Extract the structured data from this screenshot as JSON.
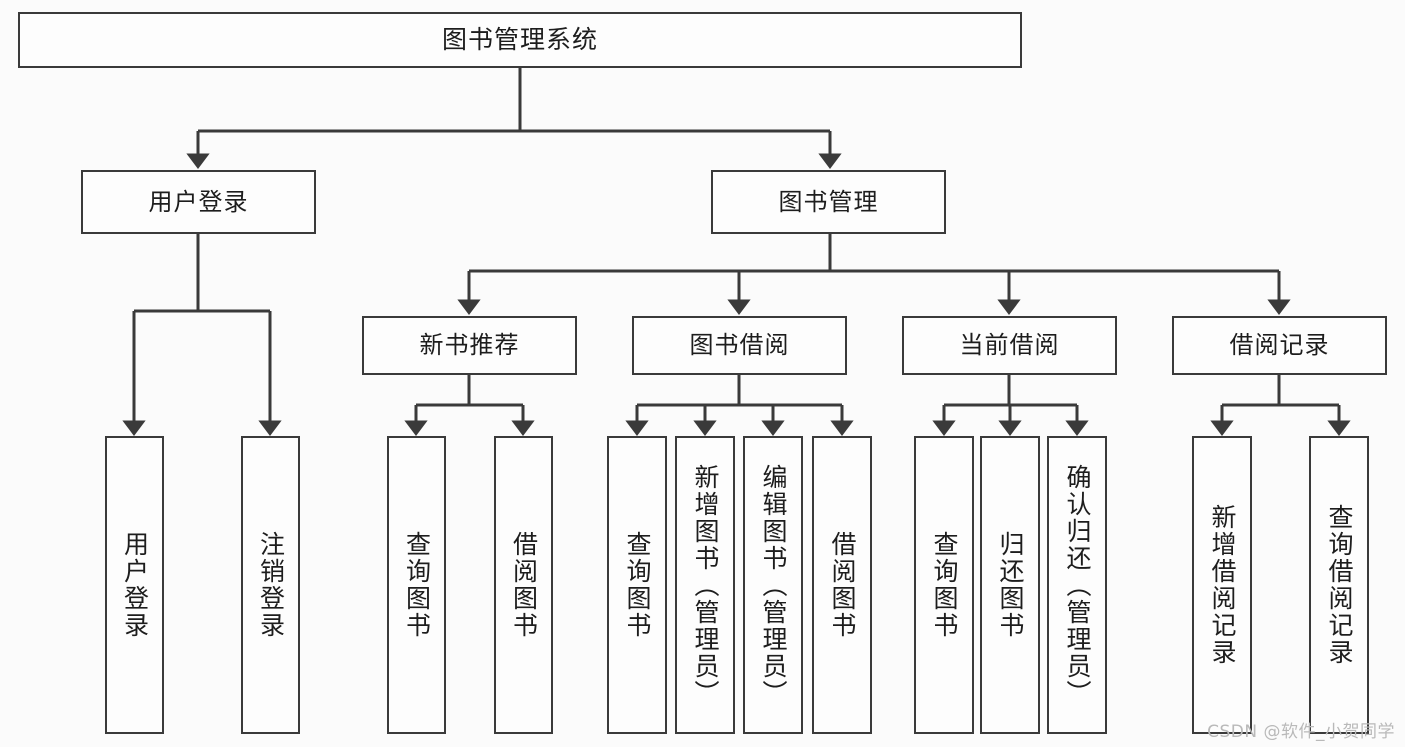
{
  "diagram": {
    "title": "图书管理系统",
    "watermark": "CSDN @软件_小贺同学",
    "line_color": "#3a3a3a",
    "box_fill": "#fdfdfd",
    "text_color": "#1d1d1d",
    "background": "#fbfbfb"
  },
  "root": {
    "label": "图书管理系统"
  },
  "level2": [
    {
      "label": "用户登录"
    },
    {
      "label": "图书管理"
    }
  ],
  "level3": [
    {
      "label": "新书推荐"
    },
    {
      "label": "图书借阅"
    },
    {
      "label": "当前借阅"
    },
    {
      "label": "借阅记录"
    }
  ],
  "leaves": {
    "user_login": [
      {
        "label": "用户登录"
      },
      {
        "label": "注销登录"
      }
    ],
    "new_book": [
      {
        "label": "查询图书"
      },
      {
        "label": "借阅图书"
      }
    ],
    "book_borrow": [
      {
        "label": "查询图书"
      },
      {
        "label": "新增图书（管理员）"
      },
      {
        "label": "编辑图书（管理员）"
      },
      {
        "label": "借阅图书"
      }
    ],
    "current_borrow": [
      {
        "label": "查询图书"
      },
      {
        "label": "归还图书"
      },
      {
        "label": "确认归还（管理员）"
      }
    ],
    "borrow_record": [
      {
        "label": "新增借阅记录"
      },
      {
        "label": "查询借阅记录"
      }
    ]
  },
  "chart_data": {
    "type": "table",
    "title": "图书管理系统 功能结构图",
    "structure": [
      {
        "level": 1,
        "label": "图书管理系统",
        "children": [
          {
            "level": 2,
            "label": "用户登录",
            "children": [
              {
                "level": 3,
                "label": "用户登录"
              },
              {
                "level": 3,
                "label": "注销登录"
              }
            ]
          },
          {
            "level": 2,
            "label": "图书管理",
            "children": [
              {
                "level": 3,
                "label": "新书推荐",
                "children": [
                  {
                    "level": 4,
                    "label": "查询图书"
                  },
                  {
                    "level": 4,
                    "label": "借阅图书"
                  }
                ]
              },
              {
                "level": 3,
                "label": "图书借阅",
                "children": [
                  {
                    "level": 4,
                    "label": "查询图书"
                  },
                  {
                    "level": 4,
                    "label": "新增图书（管理员）"
                  },
                  {
                    "level": 4,
                    "label": "编辑图书（管理员）"
                  },
                  {
                    "level": 4,
                    "label": "借阅图书"
                  }
                ]
              },
              {
                "level": 3,
                "label": "当前借阅",
                "children": [
                  {
                    "level": 4,
                    "label": "查询图书"
                  },
                  {
                    "level": 4,
                    "label": "归还图书"
                  },
                  {
                    "level": 4,
                    "label": "确认归还（管理员）"
                  }
                ]
              },
              {
                "level": 3,
                "label": "借阅记录",
                "children": [
                  {
                    "level": 4,
                    "label": "新增借阅记录"
                  },
                  {
                    "level": 4,
                    "label": "查询借阅记录"
                  }
                ]
              }
            ]
          }
        ]
      }
    ]
  }
}
